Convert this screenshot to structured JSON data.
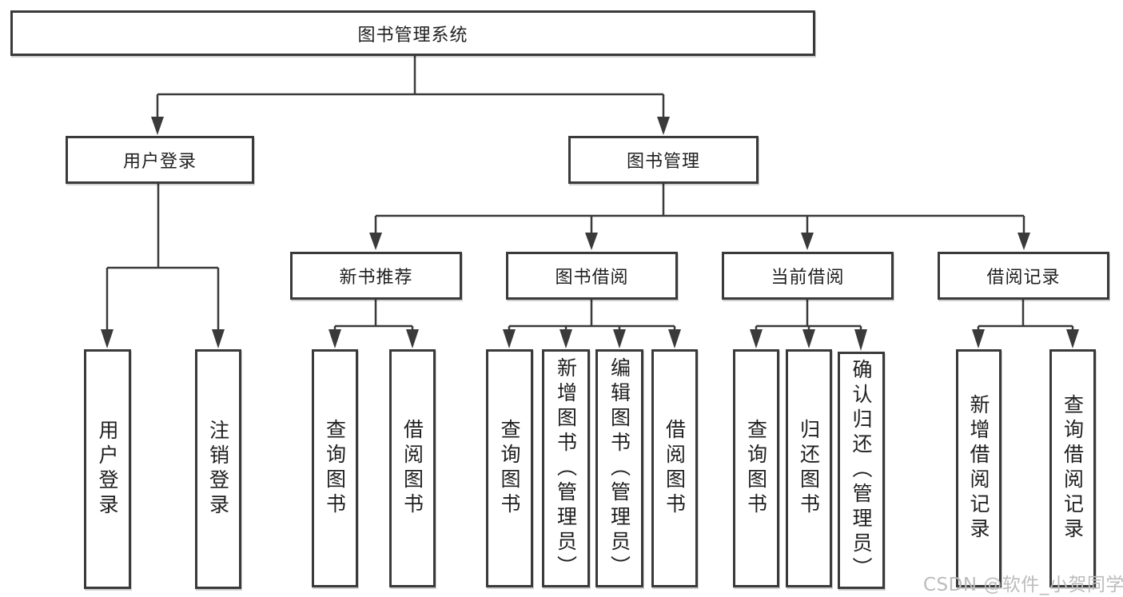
{
  "tree": {
    "root": {
      "label": "图书管理系统"
    },
    "branches": [
      {
        "label": "用户登录",
        "children": [
          {
            "label": "用户登录"
          },
          {
            "label": "注销登录"
          }
        ]
      },
      {
        "label": "图书管理",
        "children": [
          {
            "label": "新书推荐",
            "children": [
              {
                "label": "查询图书"
              },
              {
                "label": "借阅图书"
              }
            ]
          },
          {
            "label": "图书借阅",
            "children": [
              {
                "label": "查询图书"
              },
              {
                "label": "新增图书（管理员）"
              },
              {
                "label": "编辑图书（管理员）"
              },
              {
                "label": "借阅图书"
              }
            ]
          },
          {
            "label": "当前借阅",
            "children": [
              {
                "label": "查询图书"
              },
              {
                "label": "归还图书"
              },
              {
                "label": "确认归还（管理员）"
              }
            ]
          },
          {
            "label": "借阅记录",
            "children": [
              {
                "label": "新增借阅记录"
              },
              {
                "label": "查询借阅记录"
              }
            ]
          }
        ]
      }
    ]
  },
  "watermark": {
    "text": "CSDN @软件_小贺同学"
  },
  "colors": {
    "border": "#3a3a3a",
    "line": "#3a3a3a",
    "text": "#1f1f1f",
    "watermark": "#bcbcbc",
    "background": "#ffffff"
  }
}
